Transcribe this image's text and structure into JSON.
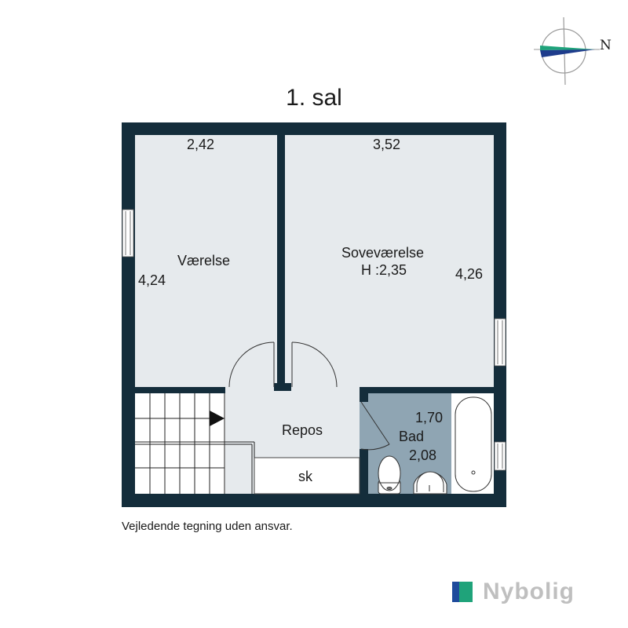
{
  "title": "1. sal",
  "disclaimer": "Vejledende tegning uden ansvar.",
  "compass": {
    "label": "N",
    "icon": "compass-icon"
  },
  "brand": {
    "name": "Nybolig",
    "colors": {
      "blue": "#1e4b9c",
      "green": "#1fa37a",
      "text": "#bfbfbf"
    }
  },
  "colors": {
    "wall": "#142d3b",
    "floor": "#e6eaed",
    "bath_floor": "#8fa5b3",
    "stairs": "#ffffff"
  },
  "rooms": {
    "vaerelse": {
      "name": "Værelse",
      "width": "2,42",
      "length": "4,24"
    },
    "sovevaerelse": {
      "name": "Soveværelse",
      "height": "H :2,35",
      "width": "3,52",
      "length": "4,26"
    },
    "repos": {
      "name": "Repos"
    },
    "sk": {
      "name": "sk"
    },
    "bad": {
      "name": "Bad",
      "width": "1,70",
      "length": "2,08"
    }
  }
}
